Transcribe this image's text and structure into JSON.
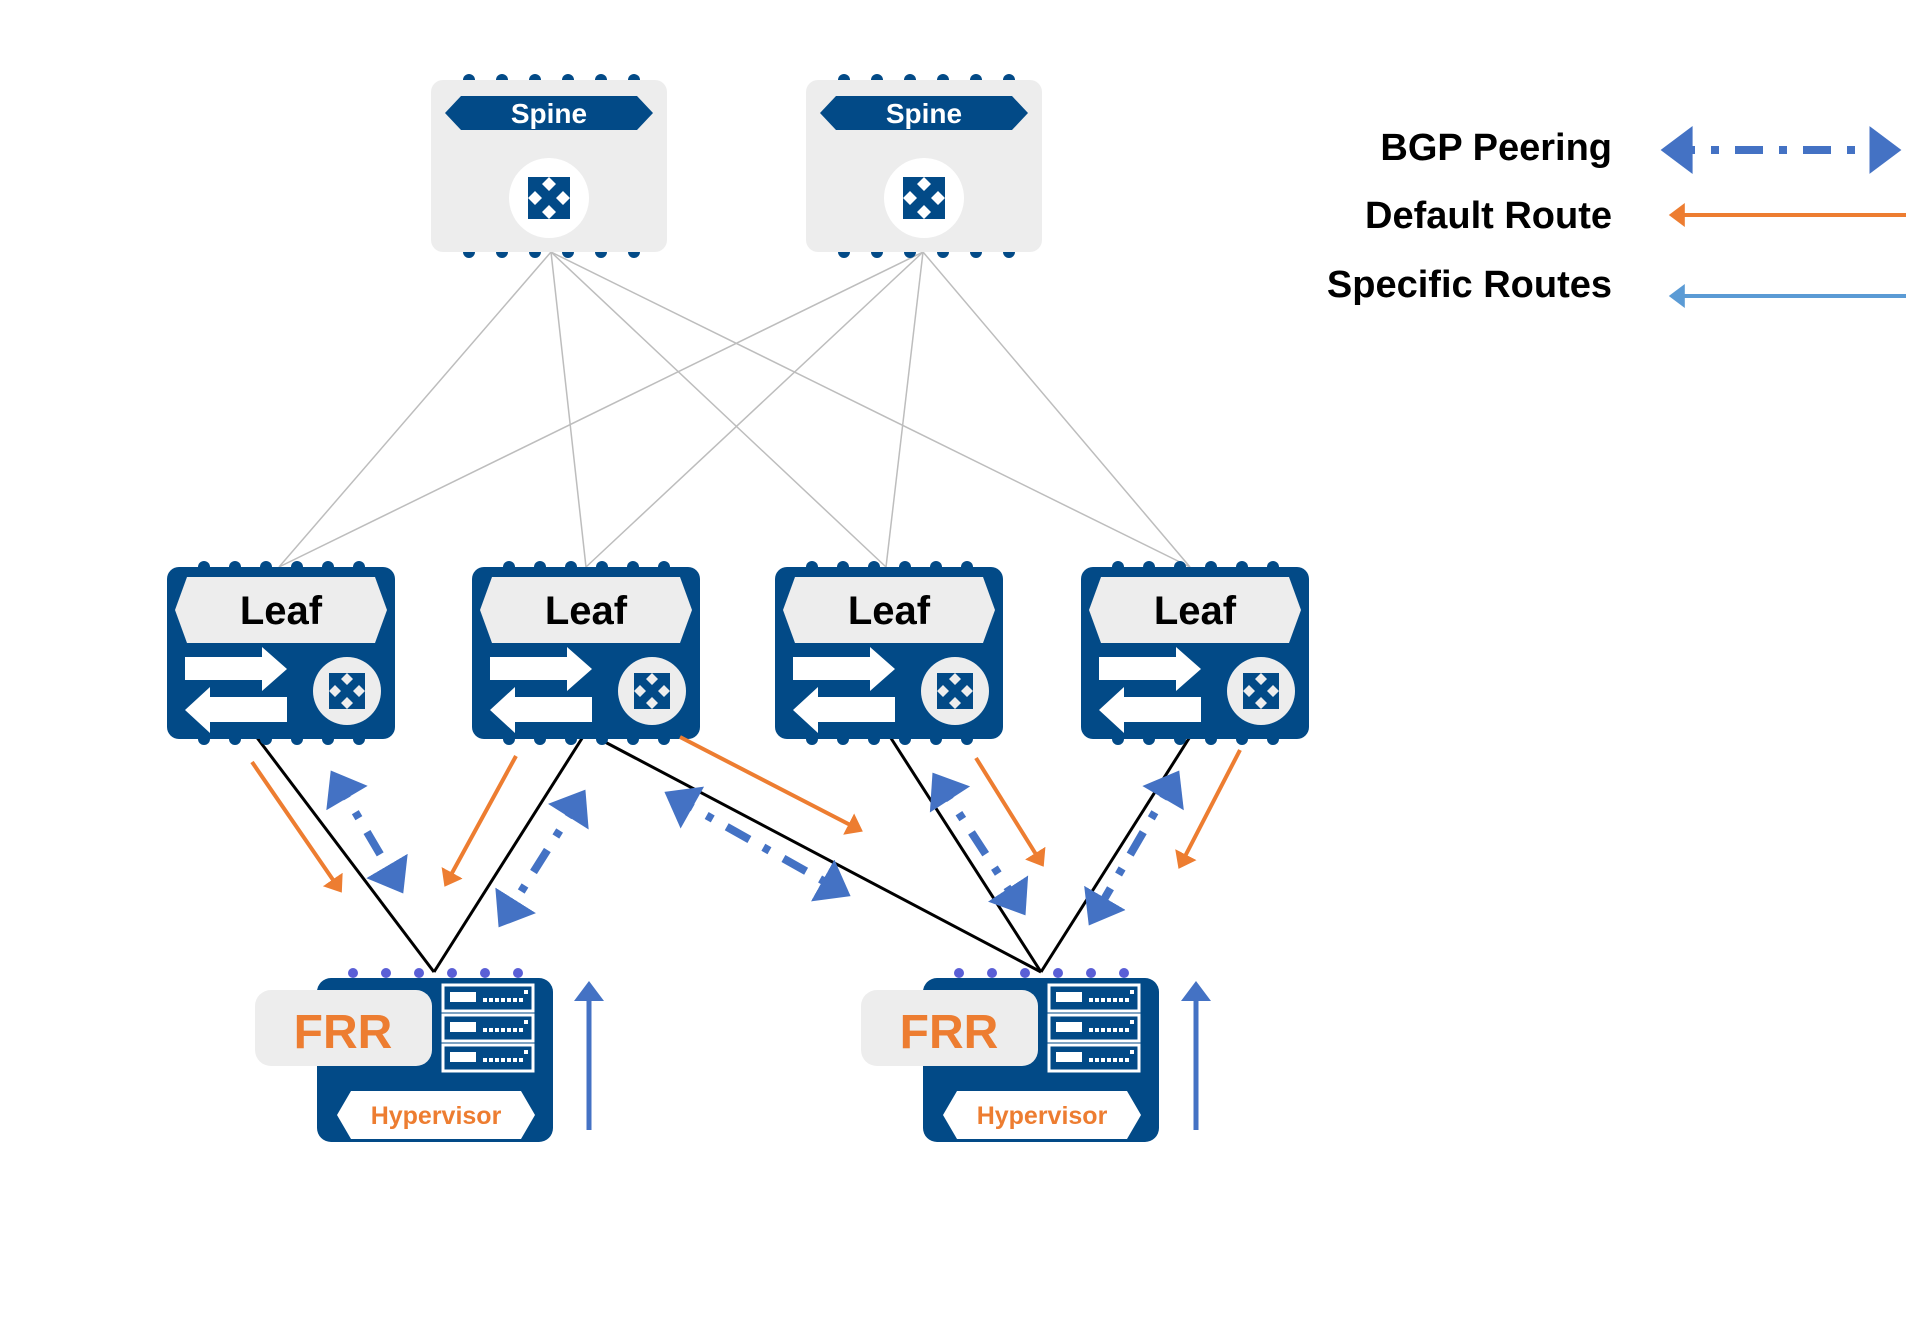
{
  "colors": {
    "navy": "#024A87",
    "panel_grey": "#EDEDED",
    "link_grey": "#BDBDBD",
    "link_black": "#000000",
    "bgp_blue": "#4472C4",
    "default_orange": "#ED7D31",
    "specific_blue": "#5B9BD5",
    "port_purple": "#5a5fd6"
  },
  "spines": [
    {
      "label": "Spine",
      "icon": "switch-fabric-icon"
    },
    {
      "label": "Spine",
      "icon": "switch-fabric-icon"
    }
  ],
  "leaves": [
    {
      "label": "Leaf",
      "icon": "switch-fabric-icon"
    },
    {
      "label": "Leaf",
      "icon": "switch-fabric-icon"
    },
    {
      "label": "Leaf",
      "icon": "switch-fabric-icon"
    },
    {
      "label": "Leaf",
      "icon": "switch-fabric-icon"
    }
  ],
  "hosts": [
    {
      "routing_label": "FRR",
      "label": "Hypervisor",
      "icon": "server-stack-icon"
    },
    {
      "routing_label": "FRR",
      "label": "Hypervisor",
      "icon": "server-stack-icon"
    }
  ],
  "links": {
    "spine_leaf": [
      [
        0,
        0
      ],
      [
        0,
        1
      ],
      [
        0,
        2
      ],
      [
        0,
        3
      ],
      [
        1,
        0
      ],
      [
        1,
        1
      ],
      [
        1,
        2
      ],
      [
        1,
        3
      ]
    ],
    "leaf_host": [
      [
        0,
        0
      ],
      [
        1,
        0
      ],
      [
        1,
        1
      ],
      [
        2,
        1
      ],
      [
        3,
        1
      ]
    ]
  },
  "legend": {
    "items": [
      {
        "label": "BGP Peering",
        "style": "dash-dot",
        "direction": "both"
      },
      {
        "label": "Default Route",
        "style": "solid",
        "direction": "left"
      },
      {
        "label": "Specific Routes",
        "style": "solid",
        "direction": "left"
      }
    ]
  }
}
